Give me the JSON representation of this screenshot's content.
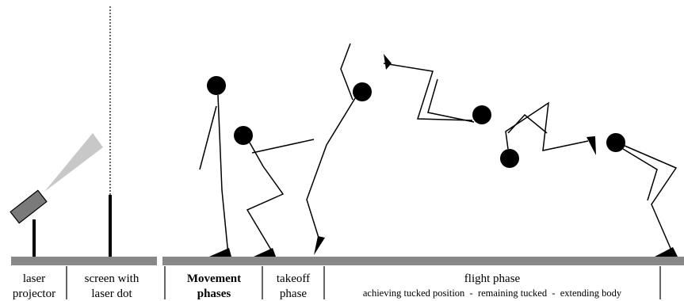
{
  "labels": {
    "laser_projector": [
      "laser",
      "projector"
    ],
    "screen": [
      "screen with",
      "laser dot"
    ],
    "movement_phases": [
      "Movement",
      "phases"
    ],
    "takeoff": [
      "takeoff",
      "phase"
    ],
    "flight": "flight phase",
    "flight_subphases": "achieving tucked position  -  remaining tucked  -  extending body"
  },
  "colors": {
    "ground": "#888888",
    "projector_body": "#7a7a7a",
    "laser_beam": "#c8c8c8",
    "figure": "#000000"
  },
  "figures": [
    {
      "name": "figure-standing",
      "pose": "standing upright, arms down"
    },
    {
      "name": "figure-crouching",
      "pose": "crouching, arms forward"
    },
    {
      "name": "figure-takeoff",
      "pose": "extended takeoff, arms up"
    },
    {
      "name": "figure-tucking",
      "pose": "achieving tucked position in air"
    },
    {
      "name": "figure-tucked",
      "pose": "remaining tucked in air"
    },
    {
      "name": "figure-extending",
      "pose": "extending body for landing"
    }
  ]
}
